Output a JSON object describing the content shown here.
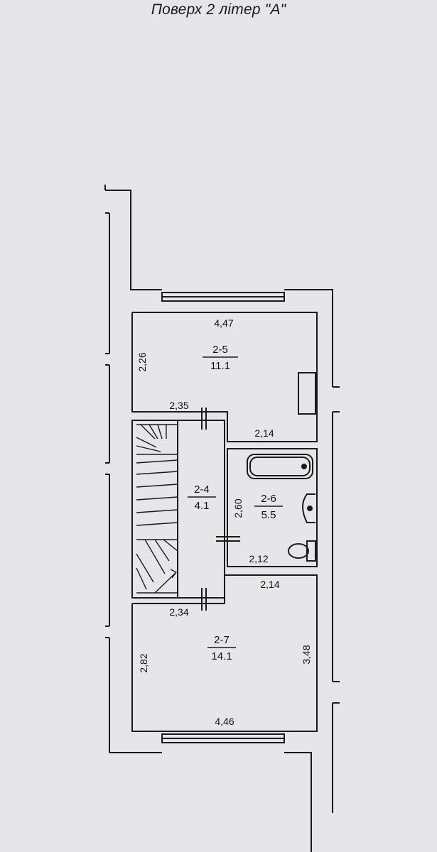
{
  "title": "Поверх 2 літер \"А\"",
  "rooms": {
    "r25": {
      "id": "2-5",
      "area": "11.1"
    },
    "r24": {
      "id": "2-4",
      "area": "4.1"
    },
    "r26": {
      "id": "2-6",
      "area": "5.5"
    },
    "r27": {
      "id": "2-7",
      "area": "14.1"
    }
  },
  "dims": {
    "d447": "4,47",
    "d226": "2,26",
    "d235": "2,35",
    "d214a": "2,14",
    "d260": "2,60",
    "d212": "2,12",
    "d214b": "2,14",
    "d234": "2,34",
    "d282": "2,82",
    "d348": "3,48",
    "d446": "4,46"
  },
  "colors": {
    "line": "#1a1a1a",
    "background": "#e6e6e8"
  }
}
